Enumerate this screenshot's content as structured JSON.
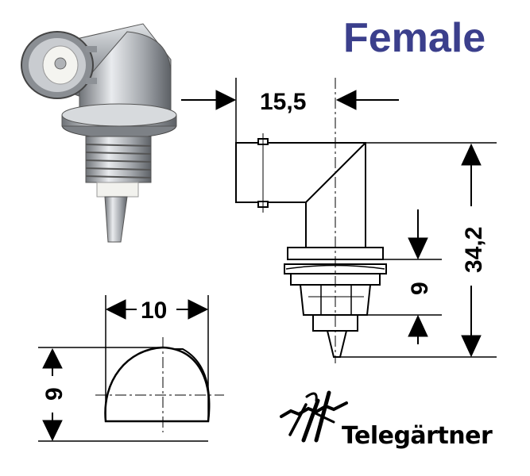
{
  "title": "Female",
  "colors": {
    "title": "#3b3f8c",
    "line": "#000000",
    "metal": "#b9bdc2",
    "insulator": "#f2f2ee"
  },
  "dimensions": {
    "width_top": "15,5",
    "height_total": "34,2",
    "nut_height": "9",
    "cutout_width": "10",
    "cutout_height": "9"
  },
  "brand": {
    "name": "Telegärtner",
    "logo_icon": "telegaertner-logo-icon"
  }
}
